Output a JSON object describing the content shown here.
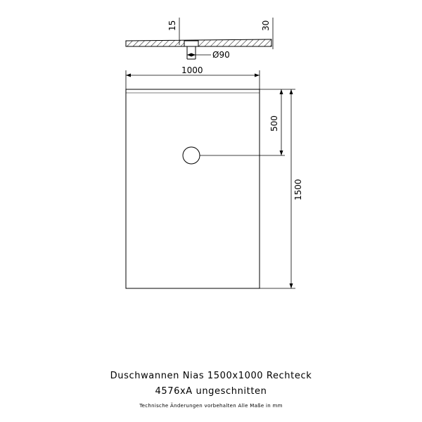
{
  "dimensions": {
    "height_15": "15",
    "height_30": "30",
    "drain_diameter": "Ø90",
    "width": "1000",
    "drain_offset": "500",
    "length": "1500"
  },
  "title": {
    "line1": "Duschwannen Nias 1500x1000 Rechteck",
    "line2": "4576xA ungeschnitten",
    "note": "Technische Änderungen vorbehalten  Alle Maße in mm"
  }
}
